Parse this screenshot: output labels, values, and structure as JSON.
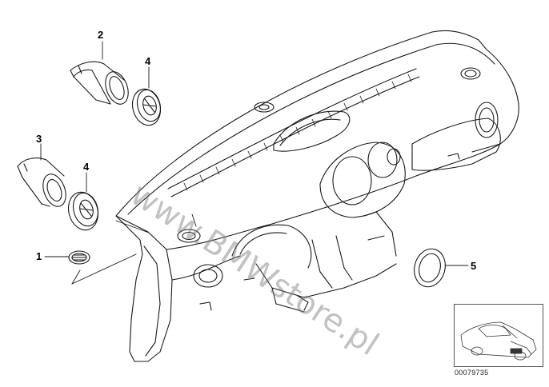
{
  "callouts": {
    "part_1": "1",
    "part_2": "2",
    "part_3": "3",
    "part_4_upper": "4",
    "part_4_lower": "4",
    "part_5": "5"
  },
  "document_number": "00079735",
  "watermark": "www.BMWstore.pl",
  "colors": {
    "line": "#1a1a1a",
    "background": "#ffffff",
    "watermark": "#8a8a8a"
  }
}
